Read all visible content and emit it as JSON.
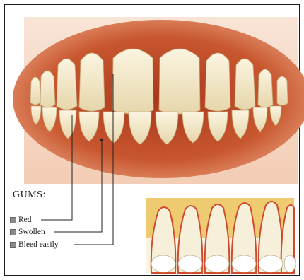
{
  "legend": {
    "title": "GUMS:",
    "items": [
      {
        "label": "Red"
      },
      {
        "label": "Swollen"
      },
      {
        "label": "Bleed easily"
      }
    ]
  },
  "colors": {
    "gum": "#c8572f",
    "gum_light": "#e48a5e",
    "tooth": "#f3ead0",
    "tooth_shadow": "#d9c79a",
    "background": "#f6d8c6",
    "bone": "#e9c86a",
    "inflamed_line": "#d6452b"
  }
}
